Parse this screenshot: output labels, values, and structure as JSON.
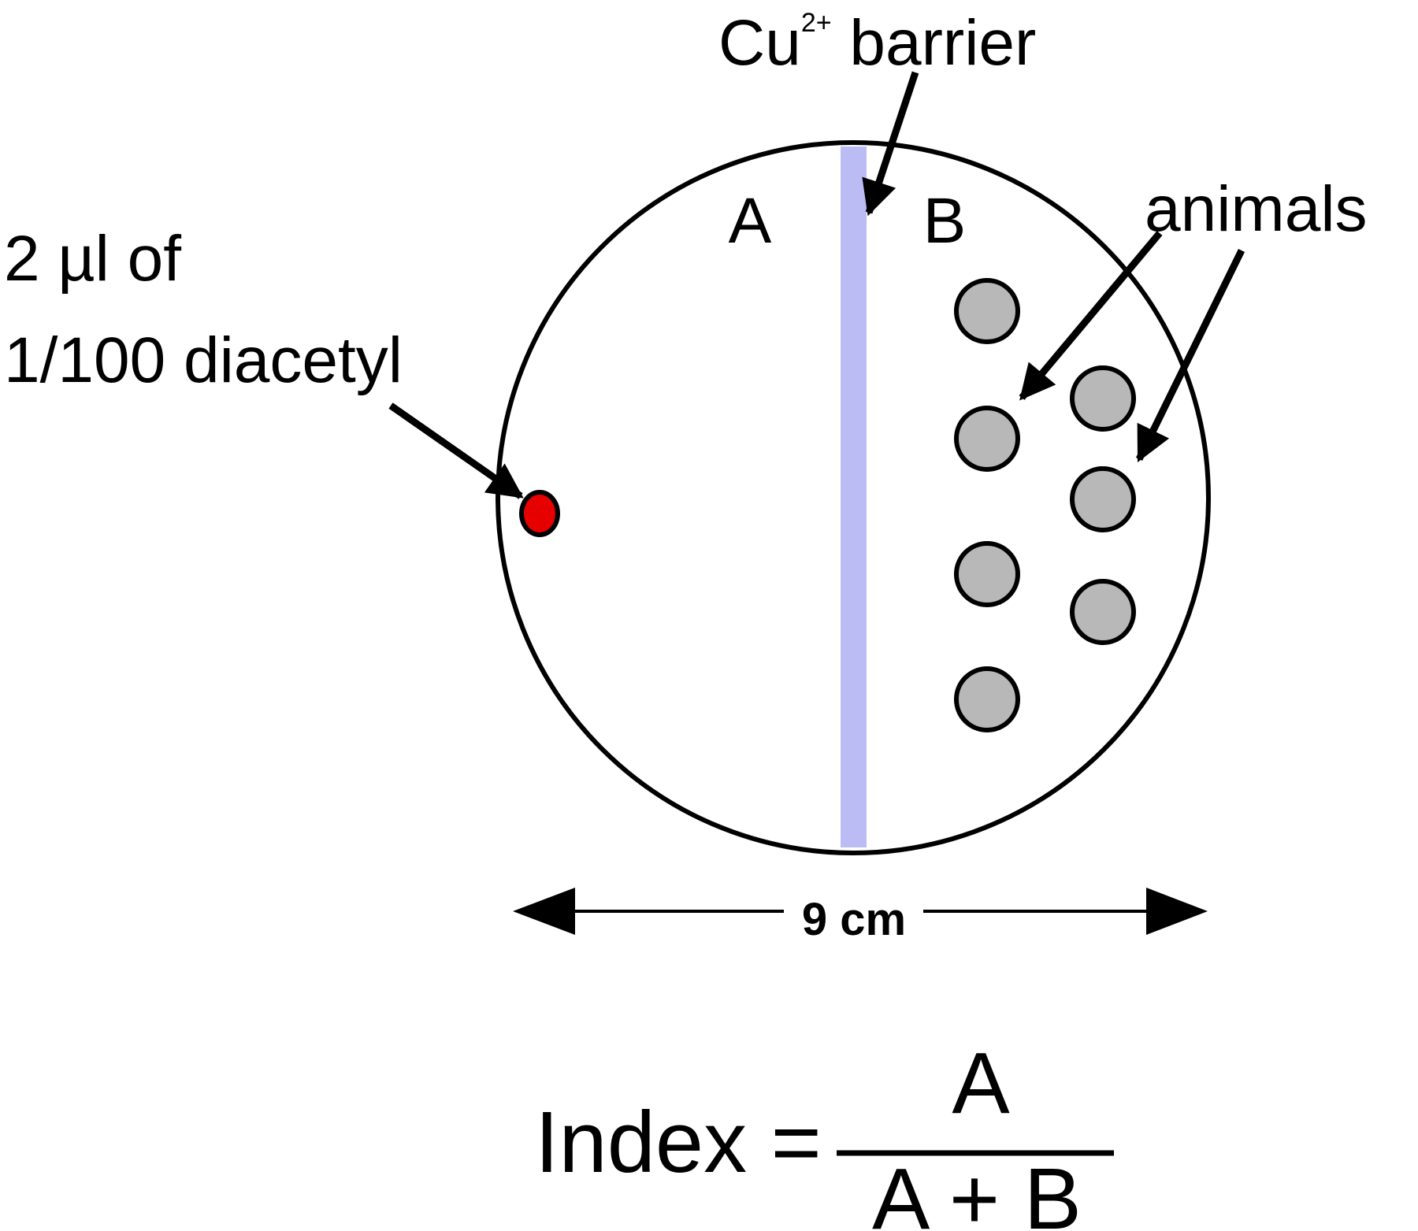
{
  "labels": {
    "barrier_main": "Cu",
    "barrier_sup": "2+",
    "barrier_rest": " barrier",
    "region_a": "A",
    "region_b": "B",
    "animals": "animals",
    "odorant_line1": "2 µl of",
    "odorant_line2": "1/100 diacetyl",
    "diameter": "9 cm"
  },
  "formula": {
    "lhs": "Index =",
    "numerator": "A",
    "denominator": "A + B"
  },
  "colors": {
    "barrier": "#bcbcf4",
    "odorant_spot": "#e60000",
    "animal_fill": "#b8b8b8",
    "outline": "#000000"
  }
}
